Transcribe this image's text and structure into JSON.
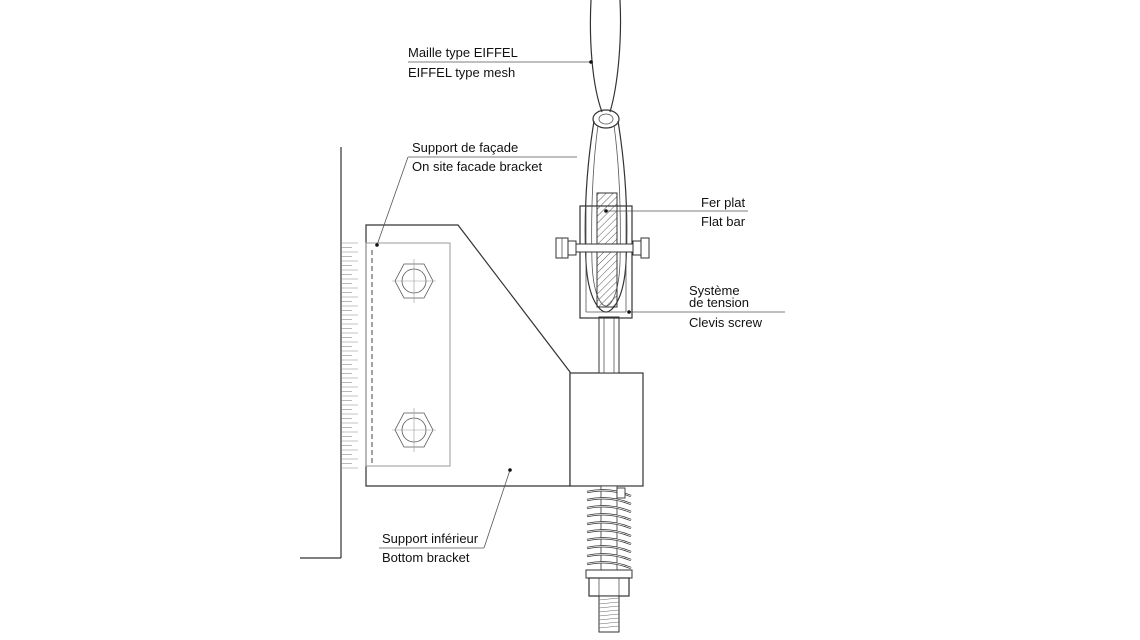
{
  "labels": {
    "mesh_fr": "Maille type EIFFEL",
    "mesh_en": "EIFFEL type mesh",
    "facade_fr": "Support de façade",
    "facade_en": "On site facade bracket",
    "flatbar_fr": "Fer plat",
    "flatbar_en": "Flat bar",
    "tension_fr_1": "Système",
    "tension_fr_2": "de tension",
    "tension_en": "Clevis screw",
    "bottom_fr": "Support inférieur",
    "bottom_en": "Bottom bracket"
  }
}
